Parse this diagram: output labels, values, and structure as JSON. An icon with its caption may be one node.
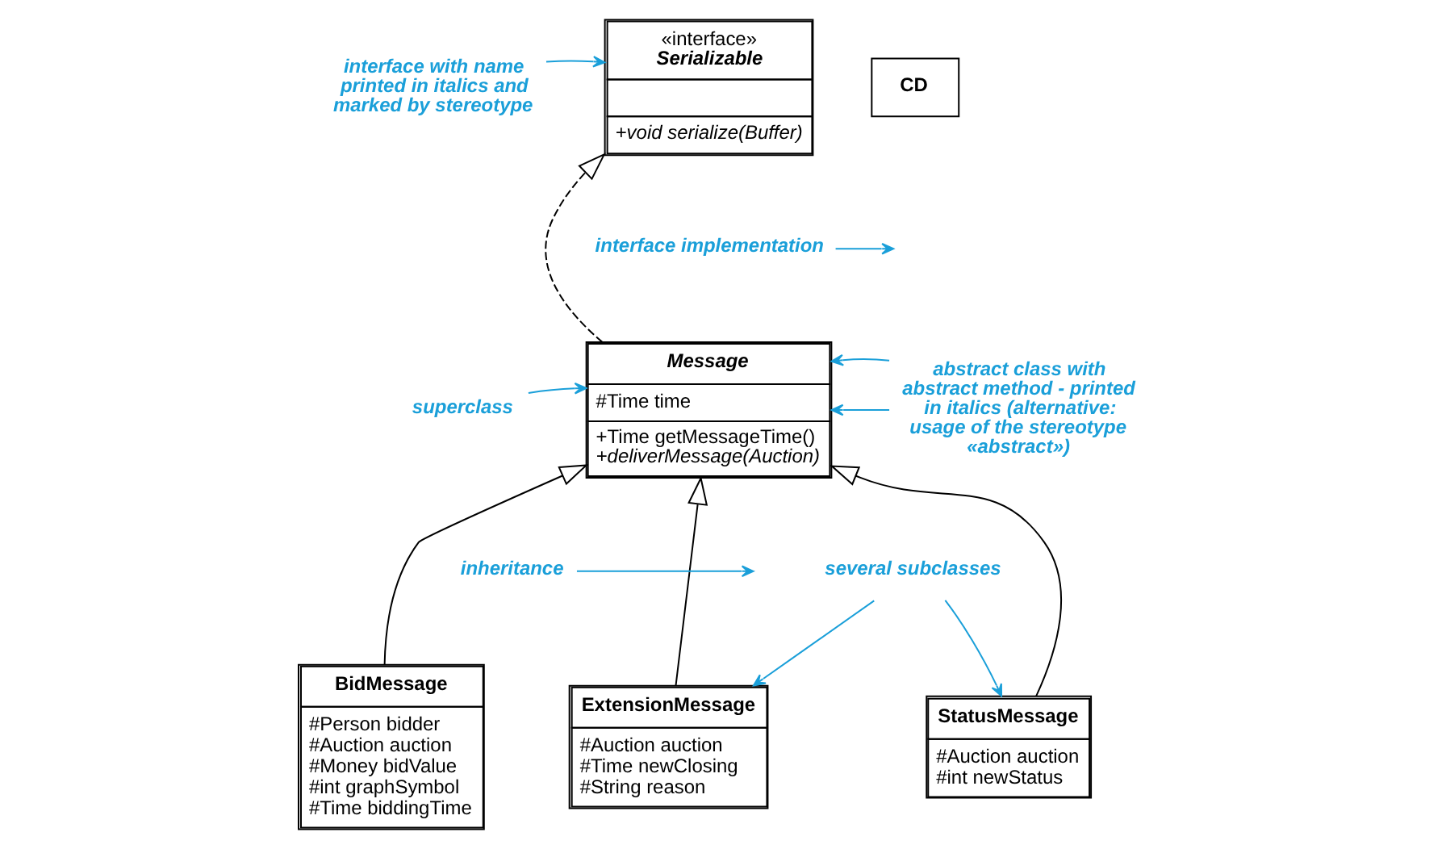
{
  "diagram": {
    "nodes": [
      {
        "text": [
          "«interface»",
          "Serializable",
          "+void serialize(Buffer)"
        ]
      },
      {
        "text": [
          "Message",
          "#Time time",
          "+Time getMessageTime()",
          "+deliverMessage(Auction)"
        ]
      },
      {
        "text": [
          "BidMessage",
          "#Person bidder",
          "#Auction auction",
          "#Money bidValue",
          "#int graphSymbol",
          "#Time biddingTime"
        ]
      },
      {
        "text": [
          "ExtensionMessage",
          "#Auction auction",
          "#Time newClosing",
          "#String reason"
        ]
      },
      {
        "text": [
          "StatusMessage",
          "#Auction auction",
          "#int newStatus"
        ]
      },
      {
        "text": [
          "interface with name printed in italics and marked by stereotype"
        ]
      },
      {
        "text": [
          "interface implementation"
        ]
      },
      {
        "text": [
          "superclass"
        ]
      },
      {
        "text": [
          "abstract class with abstract method - printed in italics (alternative: usage of the stereotype «abstract»)"
        ]
      },
      {
        "text": [
          "inheritance"
        ]
      },
      {
        "text": [
          "several subclasses"
        ]
      },
      {
        "text": [
          "CD"
        ]
      }
    ],
    "edges": [
      {
        "from": 1,
        "to": 0,
        "arrow": "to",
        "style": "dashed",
        "color": "#000000"
      },
      {
        "from": 2,
        "to": 1,
        "arrow": "to",
        "color": "#000000"
      },
      {
        "from": 3,
        "to": 1,
        "arrow": "to",
        "color": "#000000"
      },
      {
        "from": 4,
        "to": 1,
        "arrow": "to",
        "color": "#000000"
      },
      {
        "from": 5,
        "to": 0,
        "arrow": "to"
      },
      {
        "from": 6,
        "to": null,
        "arrow": "to"
      },
      {
        "from": 7,
        "to": 1,
        "arrow": "to"
      },
      {
        "from": 8,
        "to": 1,
        "arrow": "to"
      },
      {
        "from": 8,
        "to": 1,
        "arrow": "to"
      },
      {
        "from": 9,
        "to": null,
        "arrow": "to"
      },
      {
        "from": 10,
        "to": 3,
        "arrow": "to"
      },
      {
        "from": 10,
        "to": 4,
        "arrow": "to"
      }
    ]
  }
}
